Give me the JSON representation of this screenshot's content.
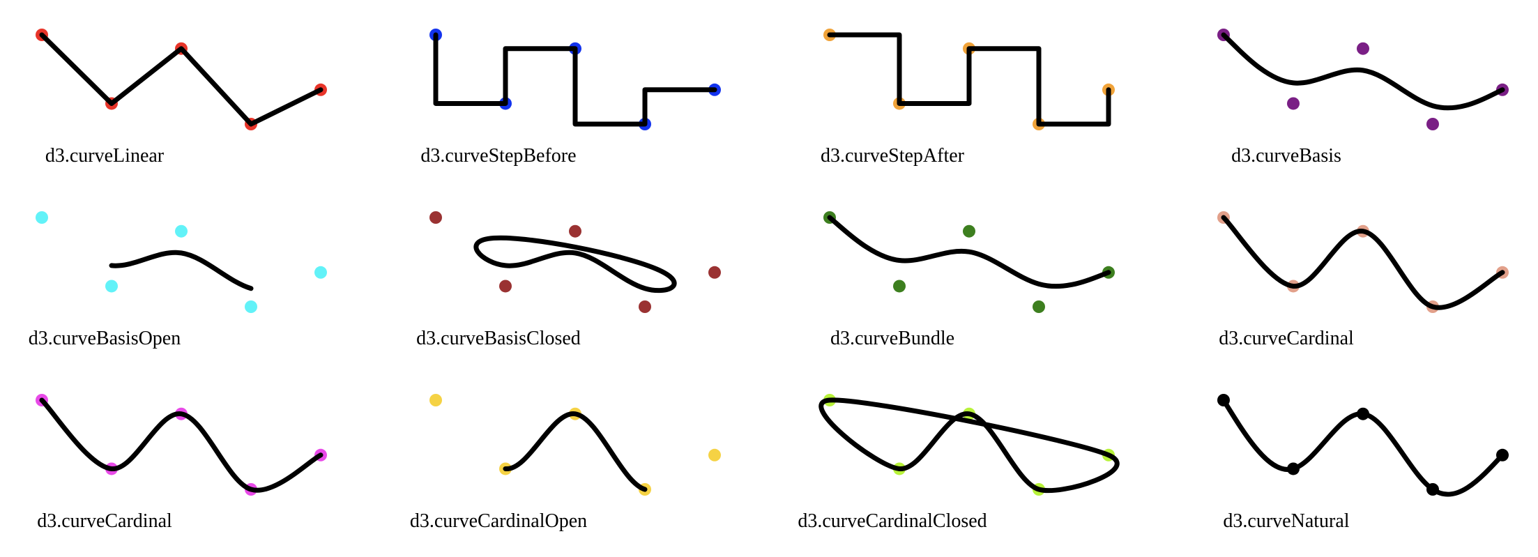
{
  "points": [
    [
      0,
      1
    ],
    [
      1,
      0
    ],
    [
      2,
      0.8
    ],
    [
      3,
      -0.3
    ],
    [
      4,
      0.2
    ]
  ],
  "panels": [
    {
      "label": "d3.curveLinear",
      "curve": "linear",
      "color": "#e8352a"
    },
    {
      "label": "d3.curveStepBefore",
      "curve": "stepBefore",
      "color": "#1333ee"
    },
    {
      "label": "d3.curveStepAfter",
      "curve": "stepAfter",
      "color": "#f0a33a"
    },
    {
      "label": "d3.curveBasis",
      "curve": "basis",
      "color": "#7a1f85"
    },
    {
      "label": "d3.curveBasisOpen",
      "curve": "basisOpen",
      "color": "#62f2f8"
    },
    {
      "label": "d3.curveBasisClosed",
      "curve": "basisClosed",
      "color": "#9a3232"
    },
    {
      "label": "d3.curveBundle",
      "curve": "bundle",
      "color": "#3d7f1f"
    },
    {
      "label": "d3.curveCardinal",
      "curve": "cardinal",
      "color": "#e2a08a"
    },
    {
      "label": "d3.curveCardinal",
      "curve": "cardinal",
      "color": "#e84ae8"
    },
    {
      "label": "d3.curveCardinalOpen",
      "curve": "cardinalOpen",
      "color": "#f5d244"
    },
    {
      "label": "d3.curveCardinalClosed",
      "curve": "cardinalClosed",
      "color": "#b8f23a"
    },
    {
      "label": "d3.curveNatural",
      "curve": "natural",
      "color": "#000000"
    }
  ]
}
